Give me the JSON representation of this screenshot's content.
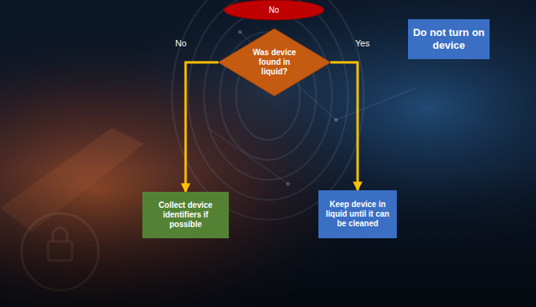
{
  "diagram": {
    "nodes": [
      {
        "text": [
          "No"
        ]
      },
      {
        "text": [
          "Was device found in liquid?"
        ]
      },
      {
        "text": [
          "Do not turn on device"
        ]
      },
      {
        "text": [
          "Collect device identifiers if possible"
        ]
      },
      {
        "text": [
          "Keep device in liquid until it can be cleaned"
        ]
      }
    ],
    "edges": [
      {
        "from": 1,
        "to": 3,
        "arrow": "to",
        "label": "No"
      },
      {
        "from": 1,
        "to": 4,
        "arrow": "to",
        "label": "Yes"
      }
    ]
  }
}
